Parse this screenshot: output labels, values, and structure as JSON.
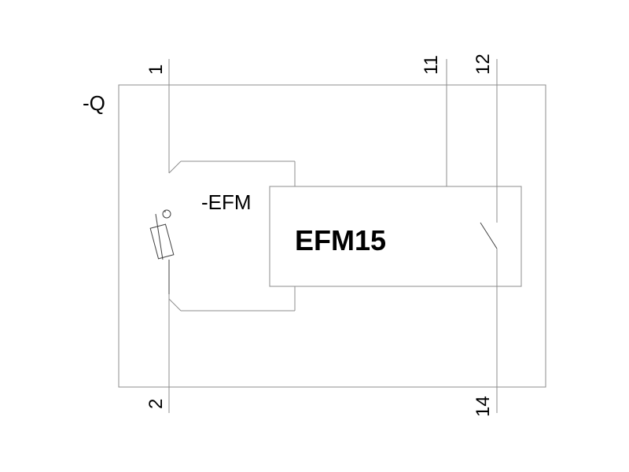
{
  "device": {
    "reference": "-Q",
    "module_reference": "-EFM",
    "module_type": "EFM15"
  },
  "terminals": {
    "t1": "1",
    "t2": "2",
    "t11": "11",
    "t12": "12",
    "t14": "14"
  },
  "colors": {
    "lines": "#8c8c8c",
    "text": "#000000",
    "background": "#ffffff"
  }
}
